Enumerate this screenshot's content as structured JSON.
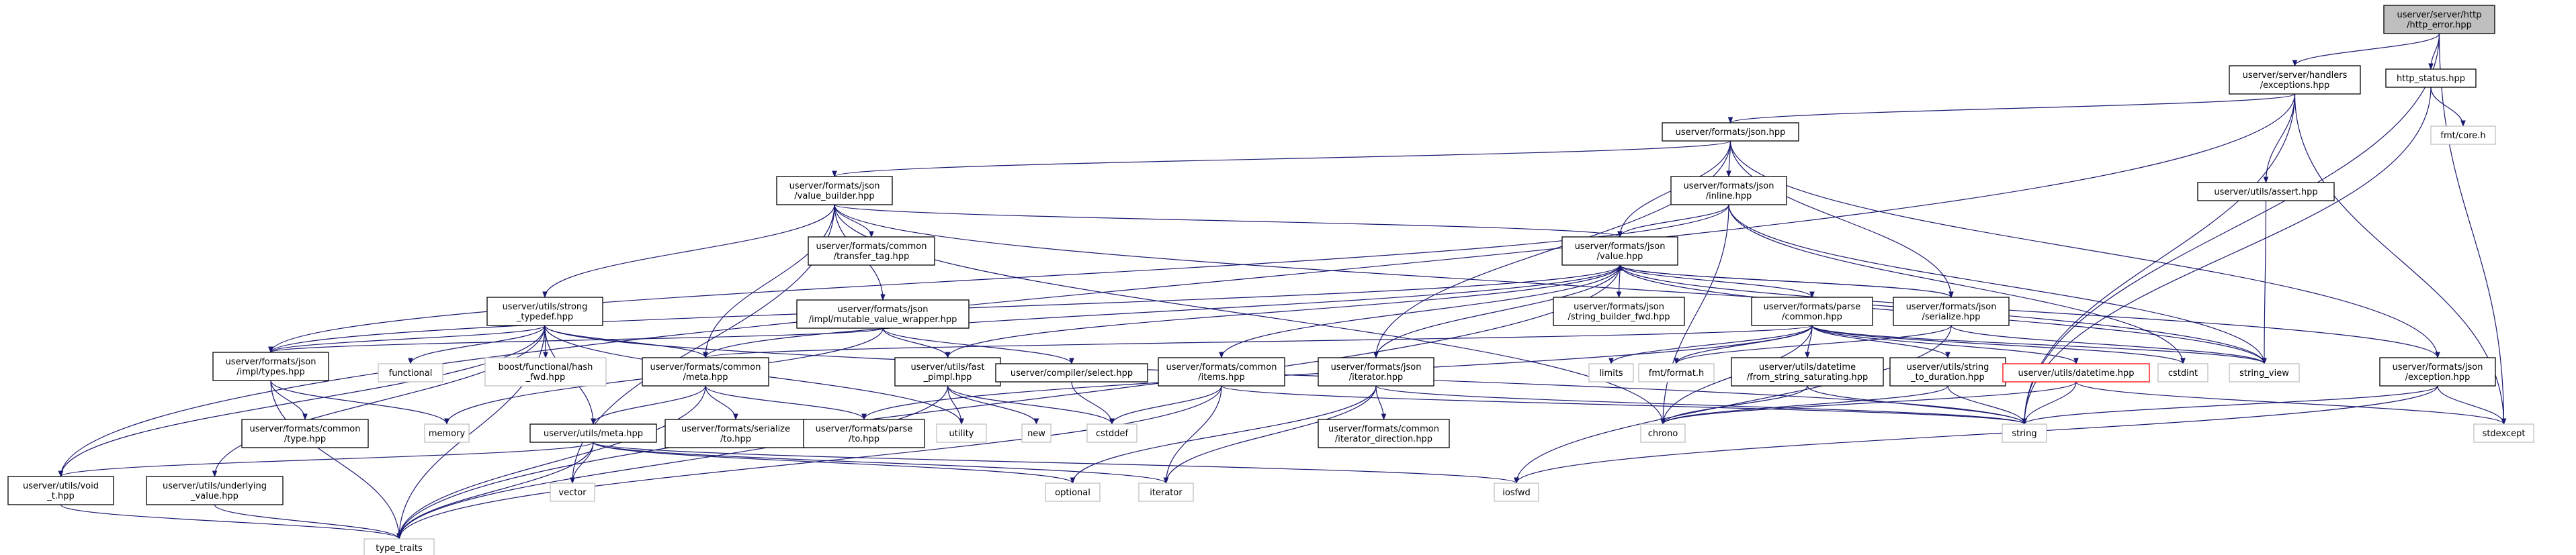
{
  "diagram": {
    "colors": {
      "edge": "#191970",
      "node_border": "#000000",
      "system_border": "#bfbfbf",
      "root_fill": "#bfbfbf",
      "highlight_border": "#ff0000"
    },
    "nodes": [
      {
        "id": "http_error",
        "kind": "root",
        "lines": [
          "userver/server/http",
          "/http_error.hpp"
        ]
      },
      {
        "id": "exceptions",
        "kind": "header",
        "lines": [
          "userver/server/handlers",
          "/exceptions.hpp"
        ]
      },
      {
        "id": "http_status",
        "kind": "header",
        "lines": [
          "http_status.hpp"
        ]
      },
      {
        "id": "fmt_core",
        "kind": "system",
        "lines": [
          "fmt/core.h"
        ]
      },
      {
        "id": "json",
        "kind": "header",
        "lines": [
          "userver/formats/json.hpp"
        ]
      },
      {
        "id": "assert",
        "kind": "header",
        "lines": [
          "userver/utils/assert.hpp"
        ]
      },
      {
        "id": "value_builder",
        "kind": "header",
        "lines": [
          "userver/formats/json",
          "/value_builder.hpp"
        ]
      },
      {
        "id": "inline",
        "kind": "header",
        "lines": [
          "userver/formats/json",
          "/inline.hpp"
        ]
      },
      {
        "id": "transfer_tag",
        "kind": "header",
        "lines": [
          "userver/formats/common",
          "/transfer_tag.hpp"
        ]
      },
      {
        "id": "value",
        "kind": "header",
        "lines": [
          "userver/formats/json",
          "/value.hpp"
        ]
      },
      {
        "id": "strong_typedef",
        "kind": "header",
        "lines": [
          "userver/utils/strong",
          "_typedef.hpp"
        ]
      },
      {
        "id": "mutable_value_wrapper",
        "kind": "header",
        "lines": [
          "userver/formats/json",
          "/impl/mutable_value_wrapper.hpp"
        ]
      },
      {
        "id": "string_builder_fwd",
        "kind": "header",
        "lines": [
          "userver/formats/json",
          "/string_builder_fwd.hpp"
        ]
      },
      {
        "id": "parse_common",
        "kind": "header",
        "lines": [
          "userver/formats/parse",
          "/common.hpp"
        ]
      },
      {
        "id": "serialize",
        "kind": "header",
        "lines": [
          "userver/formats/json",
          "/serialize.hpp"
        ]
      },
      {
        "id": "impl_types",
        "kind": "header",
        "lines": [
          "userver/formats/json",
          "/impl/types.hpp"
        ]
      },
      {
        "id": "functional",
        "kind": "system",
        "lines": [
          "functional"
        ]
      },
      {
        "id": "flash_fwd",
        "kind": "system",
        "lines": [
          "boost/functional/hash",
          "_fwd.hpp"
        ]
      },
      {
        "id": "common_meta",
        "kind": "header",
        "lines": [
          "userver/formats/common",
          "/meta.hpp"
        ]
      },
      {
        "id": "fast_pimpl",
        "kind": "header",
        "lines": [
          "userver/utils/fast",
          "_pimpl.hpp"
        ]
      },
      {
        "id": "compiler_select",
        "kind": "header",
        "lines": [
          "userver/compiler/select.hpp"
        ]
      },
      {
        "id": "common_items",
        "kind": "header",
        "lines": [
          "userver/formats/common",
          "/items.hpp"
        ]
      },
      {
        "id": "json_iterator",
        "kind": "header",
        "lines": [
          "userver/formats/json",
          "/iterator.hpp"
        ]
      },
      {
        "id": "limits",
        "kind": "system",
        "lines": [
          "limits"
        ]
      },
      {
        "id": "fmt_format",
        "kind": "system",
        "lines": [
          "fmt/format.h"
        ]
      },
      {
        "id": "from_string_saturating",
        "kind": "header",
        "lines": [
          "userver/utils/datetime",
          "/from_string_saturating.hpp"
        ]
      },
      {
        "id": "string_to_duration",
        "kind": "header",
        "lines": [
          "userver/utils/string",
          "_to_duration.hpp"
        ]
      },
      {
        "id": "utils_datetime",
        "kind": "highlight",
        "lines": [
          "userver/utils/datetime.hpp"
        ]
      },
      {
        "id": "cstdint",
        "kind": "system",
        "lines": [
          "cstdint"
        ]
      },
      {
        "id": "string_view",
        "kind": "system",
        "lines": [
          "string_view"
        ]
      },
      {
        "id": "json_exception",
        "kind": "header",
        "lines": [
          "userver/formats/json",
          "/exception.hpp"
        ]
      },
      {
        "id": "common_type",
        "kind": "header",
        "lines": [
          "userver/formats/common",
          "/type.hpp"
        ]
      },
      {
        "id": "memory",
        "kind": "system",
        "lines": [
          "memory"
        ]
      },
      {
        "id": "utils_meta",
        "kind": "header",
        "lines": [
          "userver/utils/meta.hpp"
        ]
      },
      {
        "id": "serialize_to",
        "kind": "header",
        "lines": [
          "userver/formats/serialize",
          "/to.hpp"
        ]
      },
      {
        "id": "parse_to",
        "kind": "header",
        "lines": [
          "userver/formats/parse",
          "/to.hpp"
        ]
      },
      {
        "id": "utility",
        "kind": "system",
        "lines": [
          "utility"
        ]
      },
      {
        "id": "new",
        "kind": "system",
        "lines": [
          "new"
        ]
      },
      {
        "id": "cstddef",
        "kind": "system",
        "lines": [
          "cstddef"
        ]
      },
      {
        "id": "iterator_direction",
        "kind": "header",
        "lines": [
          "userver/formats/common",
          "/iterator_direction.hpp"
        ]
      },
      {
        "id": "chrono",
        "kind": "system",
        "lines": [
          "chrono"
        ]
      },
      {
        "id": "string",
        "kind": "system",
        "lines": [
          "string"
        ]
      },
      {
        "id": "stdexcept",
        "kind": "system",
        "lines": [
          "stdexcept"
        ]
      },
      {
        "id": "void_t",
        "kind": "header",
        "lines": [
          "userver/utils/void",
          "_t.hpp"
        ]
      },
      {
        "id": "underlying_value",
        "kind": "header",
        "lines": [
          "userver/utils/underlying",
          "_value.hpp"
        ]
      },
      {
        "id": "vector",
        "kind": "system",
        "lines": [
          "vector"
        ]
      },
      {
        "id": "optional",
        "kind": "system",
        "lines": [
          "optional"
        ]
      },
      {
        "id": "iterator",
        "kind": "system",
        "lines": [
          "iterator"
        ]
      },
      {
        "id": "iosfwd",
        "kind": "system",
        "lines": [
          "iosfwd"
        ]
      },
      {
        "id": "type_traits",
        "kind": "system",
        "lines": [
          "type_traits"
        ]
      }
    ],
    "edges": [
      [
        "http_error",
        "exceptions"
      ],
      [
        "http_error",
        "http_status"
      ],
      [
        "http_error",
        "string"
      ],
      [
        "http_error",
        "stdexcept"
      ],
      [
        "exceptions",
        "json"
      ],
      [
        "exceptions",
        "assert"
      ],
      [
        "exceptions",
        "void_t"
      ],
      [
        "exceptions",
        "string"
      ],
      [
        "exceptions",
        "stdexcept"
      ],
      [
        "http_status",
        "fmt_core"
      ],
      [
        "http_status",
        "string"
      ],
      [
        "assert",
        "string_view"
      ],
      [
        "json",
        "value_builder"
      ],
      [
        "json",
        "inline"
      ],
      [
        "json",
        "value"
      ],
      [
        "json",
        "serialize"
      ],
      [
        "json",
        "json_exception"
      ],
      [
        "json",
        "json_iterator"
      ],
      [
        "value_builder",
        "transfer_tag"
      ],
      [
        "value_builder",
        "value"
      ],
      [
        "value_builder",
        "strong_typedef"
      ],
      [
        "value_builder",
        "mutable_value_wrapper"
      ],
      [
        "value_builder",
        "common_meta"
      ],
      [
        "value_builder",
        "vector"
      ],
      [
        "value_builder",
        "chrono"
      ],
      [
        "value_builder",
        "string_view"
      ],
      [
        "inline",
        "value"
      ],
      [
        "inline",
        "impl_types"
      ],
      [
        "inline",
        "chrono"
      ],
      [
        "inline",
        "cstdint"
      ],
      [
        "inline",
        "string_view"
      ],
      [
        "value",
        "string_builder_fwd"
      ],
      [
        "value",
        "parse_common"
      ],
      [
        "value",
        "serialize"
      ],
      [
        "value",
        "impl_types"
      ],
      [
        "value",
        "common_meta"
      ],
      [
        "value",
        "fast_pimpl"
      ],
      [
        "value",
        "common_items"
      ],
      [
        "value",
        "json_iterator"
      ],
      [
        "value",
        "json_exception"
      ],
      [
        "value",
        "string_view"
      ],
      [
        "value",
        "type_traits"
      ],
      [
        "strong_typedef",
        "impl_types"
      ],
      [
        "strong_typedef",
        "functional"
      ],
      [
        "strong_typedef",
        "flash_fwd"
      ],
      [
        "strong_typedef",
        "common_meta"
      ],
      [
        "strong_typedef",
        "utils_meta"
      ],
      [
        "strong_typedef",
        "underlying_value"
      ],
      [
        "strong_typedef",
        "void_t"
      ],
      [
        "strong_typedef",
        "utility"
      ],
      [
        "strong_typedef",
        "type_traits"
      ],
      [
        "strong_typedef",
        "string"
      ],
      [
        "mutable_value_wrapper",
        "impl_types"
      ],
      [
        "mutable_value_wrapper",
        "fast_pimpl"
      ],
      [
        "mutable_value_wrapper",
        "compiler_select"
      ],
      [
        "mutable_value_wrapper",
        "memory"
      ],
      [
        "parse_common",
        "common_meta"
      ],
      [
        "parse_common",
        "parse_to"
      ],
      [
        "parse_common",
        "limits"
      ],
      [
        "parse_common",
        "fmt_format"
      ],
      [
        "parse_common",
        "from_string_saturating"
      ],
      [
        "parse_common",
        "string_to_duration"
      ],
      [
        "parse_common",
        "utils_datetime"
      ],
      [
        "parse_common",
        "cstdint"
      ],
      [
        "parse_common",
        "chrono"
      ],
      [
        "parse_common",
        "string_view"
      ],
      [
        "serialize",
        "value"
      ],
      [
        "serialize",
        "fmt_format"
      ],
      [
        "serialize",
        "string_view"
      ],
      [
        "serialize",
        "iosfwd"
      ],
      [
        "impl_types",
        "common_type"
      ],
      [
        "impl_types",
        "memory"
      ],
      [
        "impl_types",
        "type_traits"
      ],
      [
        "common_meta",
        "utils_meta"
      ],
      [
        "common_meta",
        "serialize_to"
      ],
      [
        "common_meta",
        "parse_to"
      ],
      [
        "common_meta",
        "type_traits"
      ],
      [
        "fast_pimpl",
        "new"
      ],
      [
        "fast_pimpl",
        "cstddef"
      ],
      [
        "fast_pimpl",
        "utility"
      ],
      [
        "fast_pimpl",
        "type_traits"
      ],
      [
        "compiler_select",
        "cstddef"
      ],
      [
        "common_items",
        "cstddef"
      ],
      [
        "common_items",
        "iterator"
      ],
      [
        "common_items",
        "string"
      ],
      [
        "common_items",
        "type_traits"
      ],
      [
        "json_iterator",
        "iterator_direction"
      ],
      [
        "json_iterator",
        "iterator"
      ],
      [
        "json_iterator",
        "optional"
      ],
      [
        "json_iterator",
        "string"
      ],
      [
        "from_string_saturating",
        "chrono"
      ],
      [
        "from_string_saturating",
        "string"
      ],
      [
        "string_to_duration",
        "chrono"
      ],
      [
        "string_to_duration",
        "string"
      ],
      [
        "utils_datetime",
        "chrono"
      ],
      [
        "utils_datetime",
        "string"
      ],
      [
        "utils_datetime",
        "stdexcept"
      ],
      [
        "json_exception",
        "iosfwd"
      ],
      [
        "json_exception",
        "stdexcept"
      ],
      [
        "json_exception",
        "string"
      ],
      [
        "utils_meta",
        "void_t"
      ],
      [
        "utils_meta",
        "vector"
      ],
      [
        "utils_meta",
        "optional"
      ],
      [
        "utils_meta",
        "iterator"
      ],
      [
        "utils_meta",
        "iosfwd"
      ],
      [
        "utils_meta",
        "type_traits"
      ],
      [
        "void_t",
        "type_traits"
      ],
      [
        "underlying_value",
        "type_traits"
      ]
    ]
  }
}
